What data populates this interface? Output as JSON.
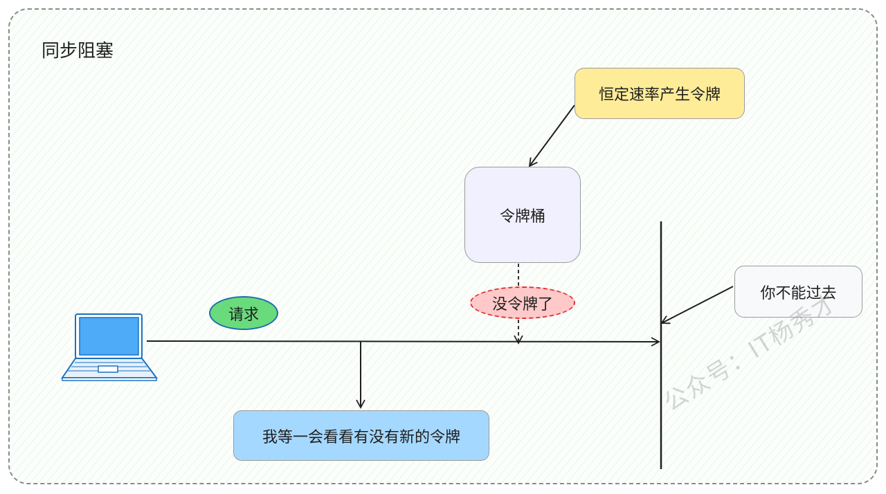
{
  "diagram": {
    "title": "同步阻塞",
    "nodes": {
      "rate": "恒定速率产生令牌",
      "bucket": "令牌桶",
      "pass": "你不能过去",
      "wait": "我等一会看看有没有新的令牌",
      "request": "请求",
      "no_token": "没令牌了"
    },
    "watermark": "公众号：IT杨秀才",
    "colors": {
      "rate_fill": "#ffec99",
      "bucket_fill": "#f1f0ff",
      "wait_fill": "#a5d8ff",
      "request_fill": "#69db7c",
      "no_token_fill": "#ffc9c9",
      "no_token_border": "#e03131",
      "laptop": "#1971c2"
    },
    "icons": [
      "laptop-icon"
    ]
  }
}
